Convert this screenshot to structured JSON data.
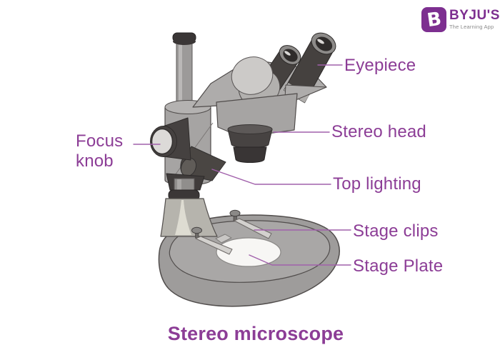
{
  "logo": {
    "icon_letter": "B",
    "brand": "BYJU'S",
    "tagline": "The Learning App"
  },
  "diagram": {
    "title": "Stereo microscope",
    "labels": {
      "eyepiece": "Eyepiece",
      "stereo_head": "Stereo head",
      "top_lighting": "Top lighting",
      "stage_clips": "Stage clips",
      "stage_plate": "Stage Plate",
      "focus_knob": "Focus knob"
    },
    "colors": {
      "label_text": "#8c3d96",
      "pointer_line": "#a160ab",
      "brand_purple": "#7d2f90",
      "tagline_gray": "#8b8b8b",
      "body_gray": "#a6a4a3",
      "dark_metal": "#45413f",
      "stage_plate_white": "#f7f6f4"
    }
  }
}
